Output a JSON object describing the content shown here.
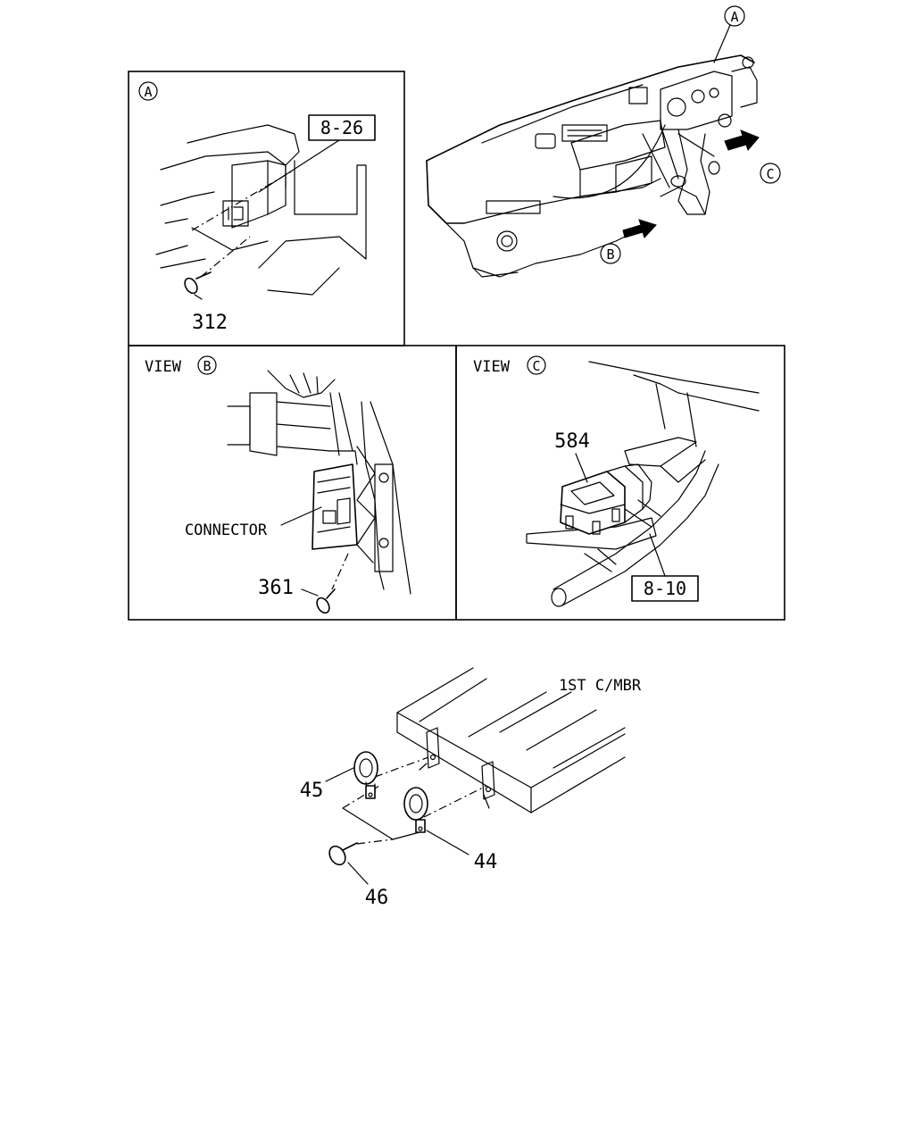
{
  "panels": {
    "a": {
      "circle_label": "A",
      "ref_box": "8-26",
      "part_number": "312"
    },
    "overview": {
      "view_a": "A",
      "view_b": "B",
      "view_c": "C"
    },
    "b": {
      "title": "VIEW",
      "circle_label": "B",
      "connector_label": "CONNECTOR",
      "part_number": "361"
    },
    "c": {
      "title": "VIEW",
      "circle_label": "C",
      "part_number": "584",
      "ref_box": "8-10"
    }
  },
  "horn_assembly": {
    "member_label": "1ST C/MBR",
    "parts": {
      "left_horn": "45",
      "right_horn": "44",
      "bolt": "46"
    }
  }
}
